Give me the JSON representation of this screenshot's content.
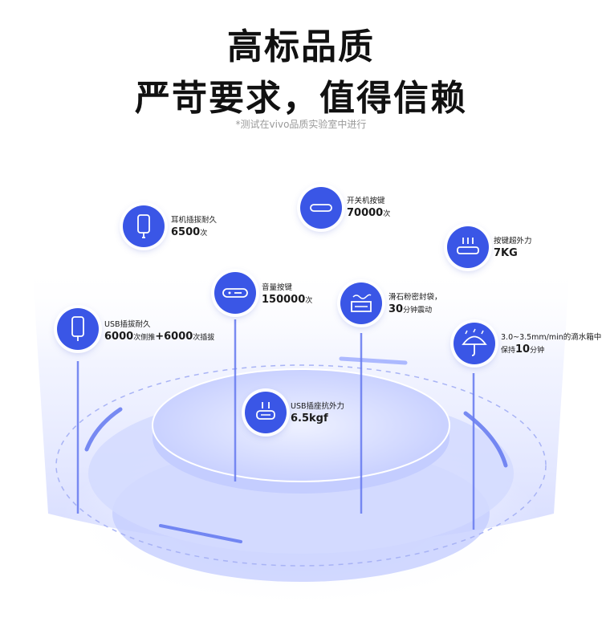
{
  "header": {
    "title_line1": "高标品质",
    "title_line2": "严苛要求，值得信赖",
    "note": "*测试在vivo品质实验室中进行"
  },
  "tests": [
    {
      "id": "earphone",
      "label": "耳机插拔耐久",
      "value": "6500",
      "unit": "次",
      "icon": "phone-plug-icon"
    },
    {
      "id": "power",
      "label": "开关机按键",
      "value": "70000",
      "unit": "次",
      "icon": "power-button-icon"
    },
    {
      "id": "press",
      "label": "按键超外力",
      "value": "7KG",
      "unit": "",
      "icon": "press-force-icon"
    },
    {
      "id": "volume",
      "label": "音量按键",
      "value": "150000",
      "unit": "次",
      "icon": "volume-button-icon"
    },
    {
      "id": "talc",
      "label": "滑石粉密封袋，",
      "value": "30",
      "unit": "分钟震动",
      "icon": "vibration-bag-icon"
    },
    {
      "id": "usb",
      "label": "USB插拔耐久",
      "value_a": "6000",
      "unit_a": "次侧推",
      "plus": "+",
      "value_b": "6000",
      "unit_b": "次插拔",
      "icon": "usb-phone-icon"
    },
    {
      "id": "rain",
      "label": "3.0~3.5mm/min的滴水箱中",
      "pre": "保持",
      "value": "10",
      "unit": "分钟",
      "icon": "umbrella-icon"
    },
    {
      "id": "socket",
      "label": "USB插座抗外力",
      "value": "6.5kgf",
      "unit": "",
      "icon": "usb-socket-icon"
    }
  ],
  "colors": {
    "accent": "#3a56e6",
    "beam": "#c7ceff",
    "disc": "#dfe4ff"
  }
}
